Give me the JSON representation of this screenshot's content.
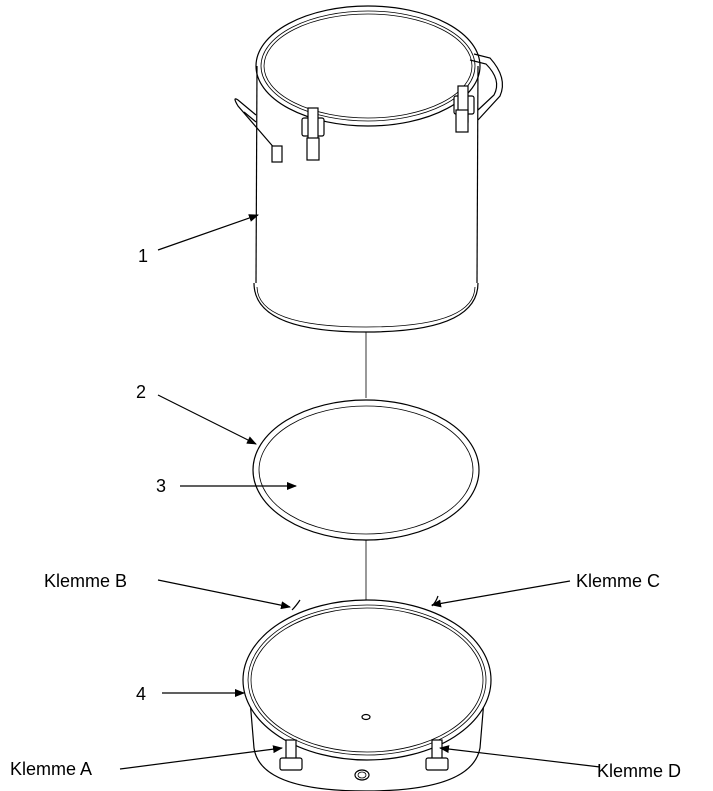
{
  "callouts": {
    "c1": "1",
    "c2": "2",
    "c3": "3",
    "c4": "4",
    "clamp_a": "Klemme A",
    "clamp_b": "Klemme B",
    "clamp_c": "Klemme C",
    "clamp_d": "Klemme D"
  }
}
